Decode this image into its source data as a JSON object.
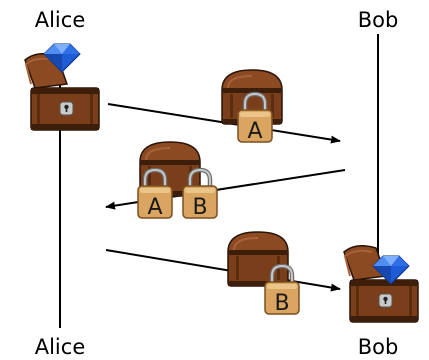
{
  "parties": {
    "left_top": "Alice",
    "right_top": "Bob",
    "left_bottom": "Alice",
    "right_bottom": "Bob"
  },
  "locks": {
    "step1": "A",
    "step2_a": "A",
    "step2_b": "B",
    "step3": "B"
  },
  "colors": {
    "chest_wood": "#7a3e1a",
    "chest_dark": "#3d1e0b",
    "lock_gold": "#d9a560",
    "gem_blue": "#1e5bd6"
  }
}
